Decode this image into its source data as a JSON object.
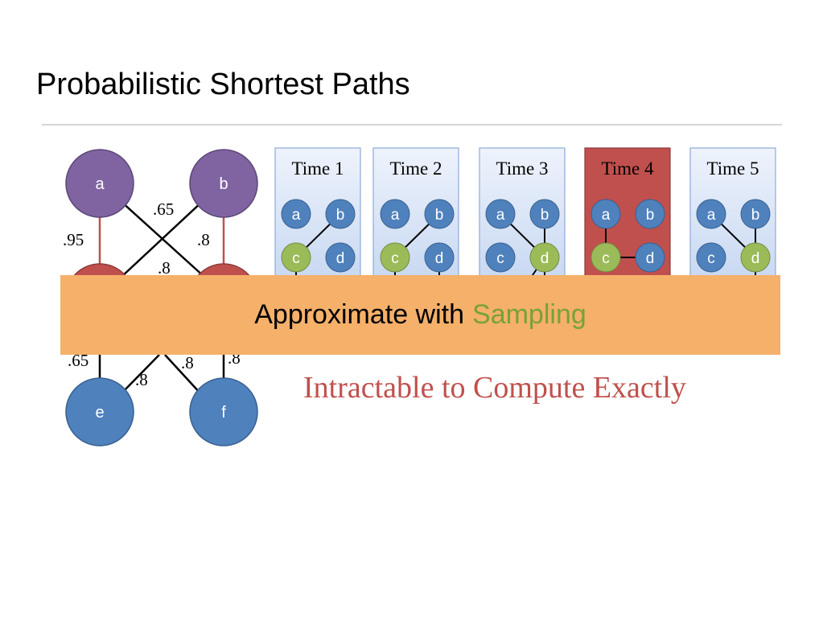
{
  "title": "Probabilistic Shortest Paths",
  "graph": {
    "nodes": {
      "a": "a",
      "b": "b",
      "e": "e",
      "f": "f"
    },
    "edges": {
      "a_c": ".95",
      "a_d": ".65",
      "b_c": ".8",
      "c_d": ".8",
      "c_e": ".65",
      "c_f": ".8",
      "d_e": ".8",
      "d_f": ".8"
    }
  },
  "snapshots": [
    {
      "label": "Time 1",
      "nodes": [
        "a",
        "b",
        "c",
        "d"
      ]
    },
    {
      "label": "Time 2",
      "nodes": [
        "a",
        "b",
        "c",
        "d"
      ]
    },
    {
      "label": "Time 3",
      "nodes": [
        "a",
        "b",
        "c",
        "d"
      ]
    },
    {
      "label": "Time 4",
      "nodes": [
        "a",
        "b",
        "c",
        "d"
      ]
    },
    {
      "label": "Time 5",
      "nodes": [
        "a",
        "b",
        "c",
        "d"
      ]
    }
  ],
  "banner": {
    "text": "Approximate with",
    "highlight": "Sampling"
  },
  "caption": "Intractable to Compute Exactly",
  "colors": {
    "purple": "#8064a2",
    "red": "#c0504d",
    "blue": "#4f81bd",
    "green": "#9bbb59",
    "panel": "#dce6f8",
    "banner": "#f5b06a",
    "sampling": "#77a238"
  }
}
